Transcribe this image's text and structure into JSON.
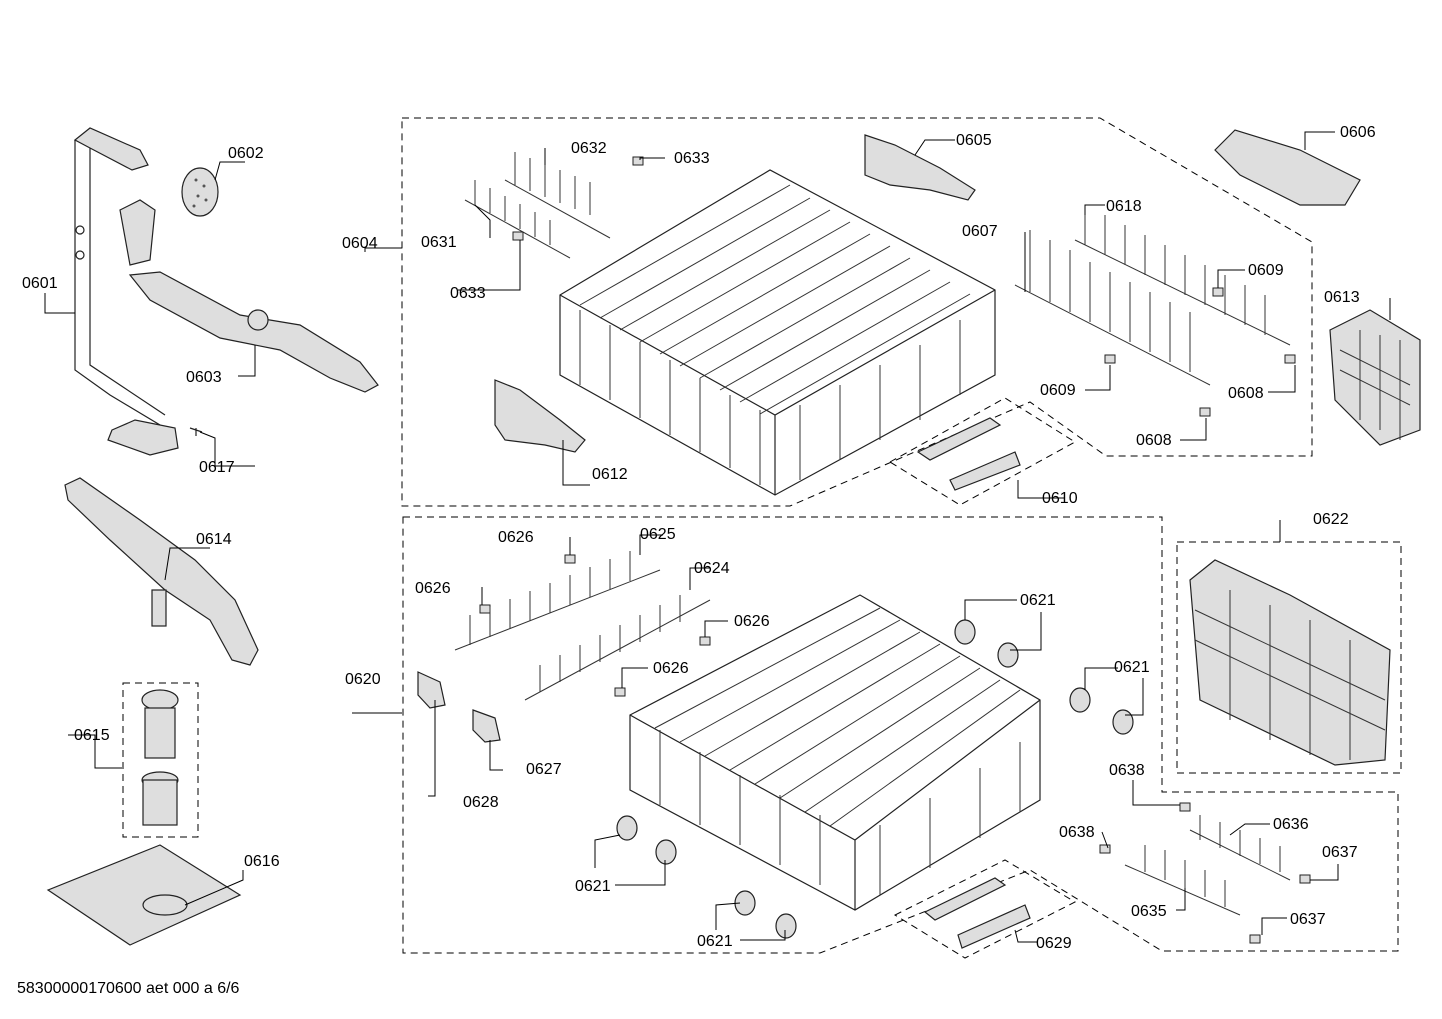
{
  "parts": [
    {
      "number": "0601"
    },
    {
      "number": "0602"
    },
    {
      "number": "0603"
    },
    {
      "number": "0604"
    },
    {
      "number": "0605"
    },
    {
      "number": "0606"
    },
    {
      "number": "0607"
    },
    {
      "number": "0608"
    },
    {
      "number": "0608"
    },
    {
      "number": "0609"
    },
    {
      "number": "0609"
    },
    {
      "number": "0610"
    },
    {
      "number": "0612"
    },
    {
      "number": "0613"
    },
    {
      "number": "0614"
    },
    {
      "number": "0615"
    },
    {
      "number": "0616"
    },
    {
      "number": "0617"
    },
    {
      "number": "0618"
    },
    {
      "number": "0620"
    },
    {
      "number": "0621"
    },
    {
      "number": "0621"
    },
    {
      "number": "0621"
    },
    {
      "number": "0621"
    },
    {
      "number": "0622"
    },
    {
      "number": "0624"
    },
    {
      "number": "0625"
    },
    {
      "number": "0626"
    },
    {
      "number": "0626"
    },
    {
      "number": "0626"
    },
    {
      "number": "0626"
    },
    {
      "number": "0627"
    },
    {
      "number": "0628"
    },
    {
      "number": "0629"
    },
    {
      "number": "0631"
    },
    {
      "number": "0632"
    },
    {
      "number": "0633"
    },
    {
      "number": "0633"
    },
    {
      "number": "0635"
    },
    {
      "number": "0636"
    },
    {
      "number": "0637"
    },
    {
      "number": "0637"
    },
    {
      "number": "0638"
    },
    {
      "number": "0638"
    }
  ],
  "footer": "58300000170600 aet 000 a 6/6"
}
